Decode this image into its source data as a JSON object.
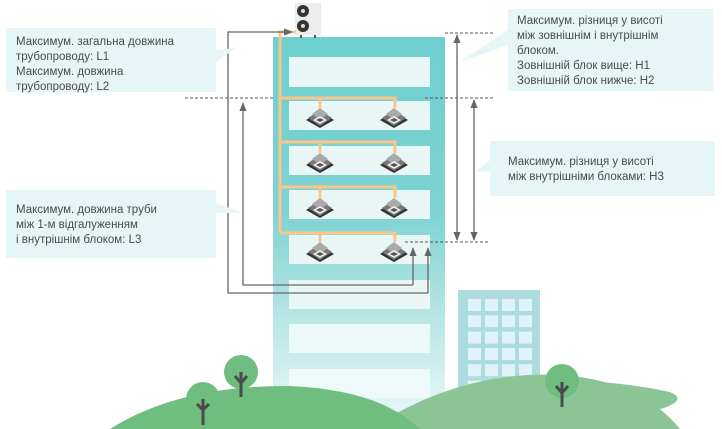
{
  "diagram": {
    "title": "VRF pipe length and height difference limits",
    "callouts": {
      "l1l2": {
        "lines": [
          "Максимум. загальна довжина",
          "трубопроводу: L1",
          "Максимум. довжина",
          "трубопроводу: L2"
        ]
      },
      "h1h2": {
        "lines": [
          "Максимум. різниця у висоті",
          "між зовнішнім і внутрішнім",
          "блоком.",
          "Зовнішній блок вище: H1",
          "Зовнішній блок нижче: H2"
        ]
      },
      "h3": {
        "lines": [
          "Максимум. різниця у висоті",
          "між внутрішніми блоками: H3"
        ]
      },
      "l3": {
        "lines": [
          "Максимум. довжина труби",
          "між 1-м відгалуженням",
          "і внутрішнім блоком: L3"
        ]
      }
    },
    "icons": {
      "outdoor_unit": "outdoor-unit-icon",
      "indoor_unit": "cassette-indoor-unit-icon",
      "tree": "tree-icon",
      "building": "building-icon"
    },
    "indoor_units_per_floor": 2,
    "floors_with_units": 4,
    "colors": {
      "building_main": "#6ecfcf",
      "building_fade": "#e8f8f8",
      "floor_window": "#e9f6f6",
      "pipe": "#fcc58a",
      "callout_bg": "#e6f6f7",
      "arrow": "#666666",
      "hill_dark": "#6fbd7f",
      "hill_light": "#8cc595",
      "small_building": "#acdcdc",
      "small_window": "#e0f2fa",
      "tree_trunk": "#4a4a4a"
    }
  }
}
